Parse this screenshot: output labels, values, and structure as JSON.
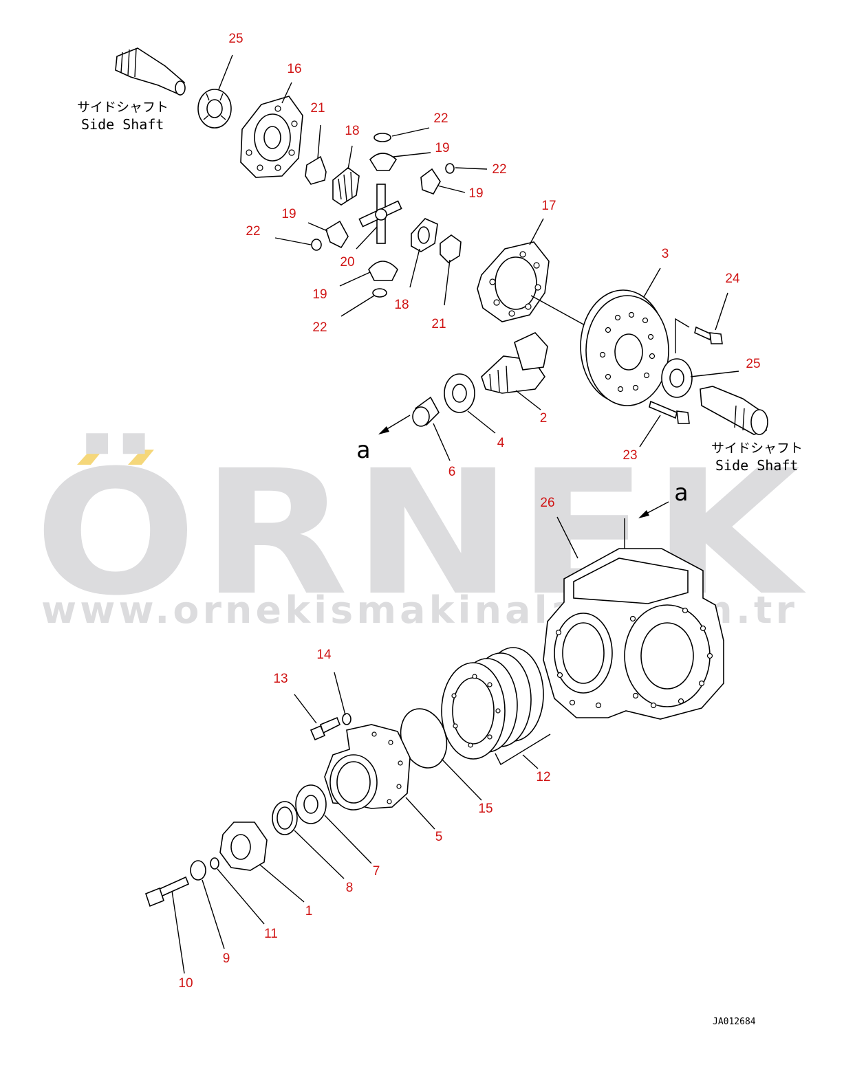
{
  "watermark": {
    "brand": "ÖRNEK",
    "url": "www.ornekismakinaları.com.tr",
    "accent_color": "#f5d77a",
    "text_color": "#dcdcde"
  },
  "side_shaft_label_top": {
    "jp": "サイドシャフト",
    "en": "Side Shaft"
  },
  "side_shaft_label_right": {
    "jp": "サイドシャフト",
    "en": "Side Shaft"
  },
  "view_markers": [
    "a",
    "a"
  ],
  "drawing_id": "JA012684",
  "callouts": [
    {
      "id": "c25a",
      "label": "25"
    },
    {
      "id": "c16",
      "label": "16"
    },
    {
      "id": "c21a",
      "label": "21"
    },
    {
      "id": "c18a",
      "label": "18"
    },
    {
      "id": "c22a",
      "label": "22"
    },
    {
      "id": "c19a",
      "label": "19"
    },
    {
      "id": "c22b",
      "label": "22"
    },
    {
      "id": "c19b",
      "label": "19"
    },
    {
      "id": "c19c",
      "label": "19"
    },
    {
      "id": "c22c",
      "label": "22"
    },
    {
      "id": "c20",
      "label": "20"
    },
    {
      "id": "c19d",
      "label": "19"
    },
    {
      "id": "c18b",
      "label": "18"
    },
    {
      "id": "c22d",
      "label": "22"
    },
    {
      "id": "c21b",
      "label": "21"
    },
    {
      "id": "c17",
      "label": "17"
    },
    {
      "id": "c3",
      "label": "3"
    },
    {
      "id": "c24",
      "label": "24"
    },
    {
      "id": "c25b",
      "label": "25"
    },
    {
      "id": "c2",
      "label": "2"
    },
    {
      "id": "c4",
      "label": "4"
    },
    {
      "id": "c6",
      "label": "6"
    },
    {
      "id": "c23",
      "label": "23"
    },
    {
      "id": "c26",
      "label": "26"
    },
    {
      "id": "c14",
      "label": "14"
    },
    {
      "id": "c13",
      "label": "13"
    },
    {
      "id": "c12",
      "label": "12"
    },
    {
      "id": "c15",
      "label": "15"
    },
    {
      "id": "c5",
      "label": "5"
    },
    {
      "id": "c7",
      "label": "7"
    },
    {
      "id": "c8",
      "label": "8"
    },
    {
      "id": "c1",
      "label": "1"
    },
    {
      "id": "c11",
      "label": "11"
    },
    {
      "id": "c9",
      "label": "9"
    },
    {
      "id": "c10",
      "label": "10"
    }
  ]
}
